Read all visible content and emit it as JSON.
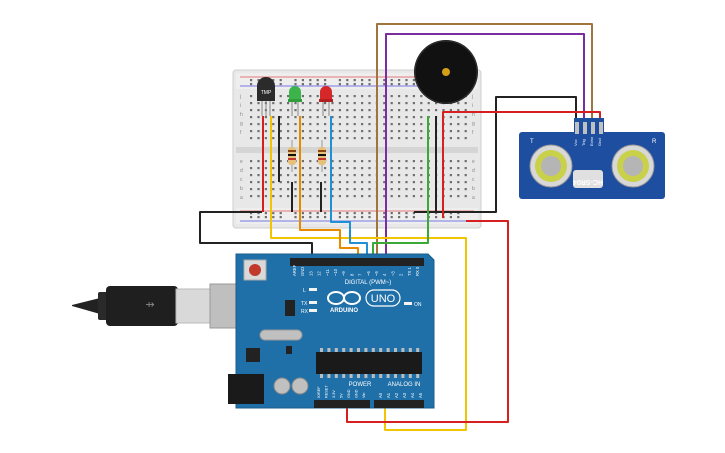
{
  "components": {
    "temp_sensor": {
      "label": "TMP"
    },
    "led_green": {
      "color": "#3cb44b"
    },
    "led_red": {
      "color": "#d62828"
    },
    "buzzer": {
      "color": "#111111"
    },
    "ultrasonic": {
      "model": "HC-SR04",
      "pins": [
        "Vcc",
        "Trig",
        "Echo",
        "Gnd"
      ],
      "corner_labels": [
        "T",
        "R"
      ]
    },
    "arduino": {
      "brand": "ARDUINO",
      "model": "UNO",
      "digital_label": "DIGITAL (PWM~)",
      "power_label": "POWER",
      "analog_label": "ANALOG IN",
      "on_label": "ON",
      "l_label": "L",
      "tx_label": "TX",
      "rx_label": "RX",
      "digital_pins": [
        "AREF",
        "GND",
        "13",
        "12",
        "~11",
        "~10",
        "~9",
        "8",
        "7",
        "~6",
        "~5",
        "4",
        "~3",
        "2",
        "TX 1",
        "RX 0"
      ],
      "power_pins": [
        "IOREF",
        "RESET",
        "3.3V",
        "5V",
        "GND",
        "GND",
        "Vin"
      ],
      "analog_pins": [
        "A0",
        "A1",
        "A2",
        "A3",
        "A4",
        "A5"
      ]
    },
    "breadboard": {
      "row_letters_top": [
        "j",
        "i",
        "h",
        "g",
        "f"
      ],
      "row_letters_bottom": [
        "e",
        "d",
        "c",
        "b",
        "a"
      ]
    }
  },
  "wire_colors": {
    "red": "#d71f1f",
    "black": "#222222",
    "yellow": "#f2c500",
    "orange": "#e68a00",
    "blue": "#1e90d6",
    "green": "#3aa935",
    "purple": "#7a2da0",
    "brown": "#a0743c"
  },
  "board_colors": {
    "arduino": "#1f6fa8",
    "sensor": "#1d4ea0"
  }
}
